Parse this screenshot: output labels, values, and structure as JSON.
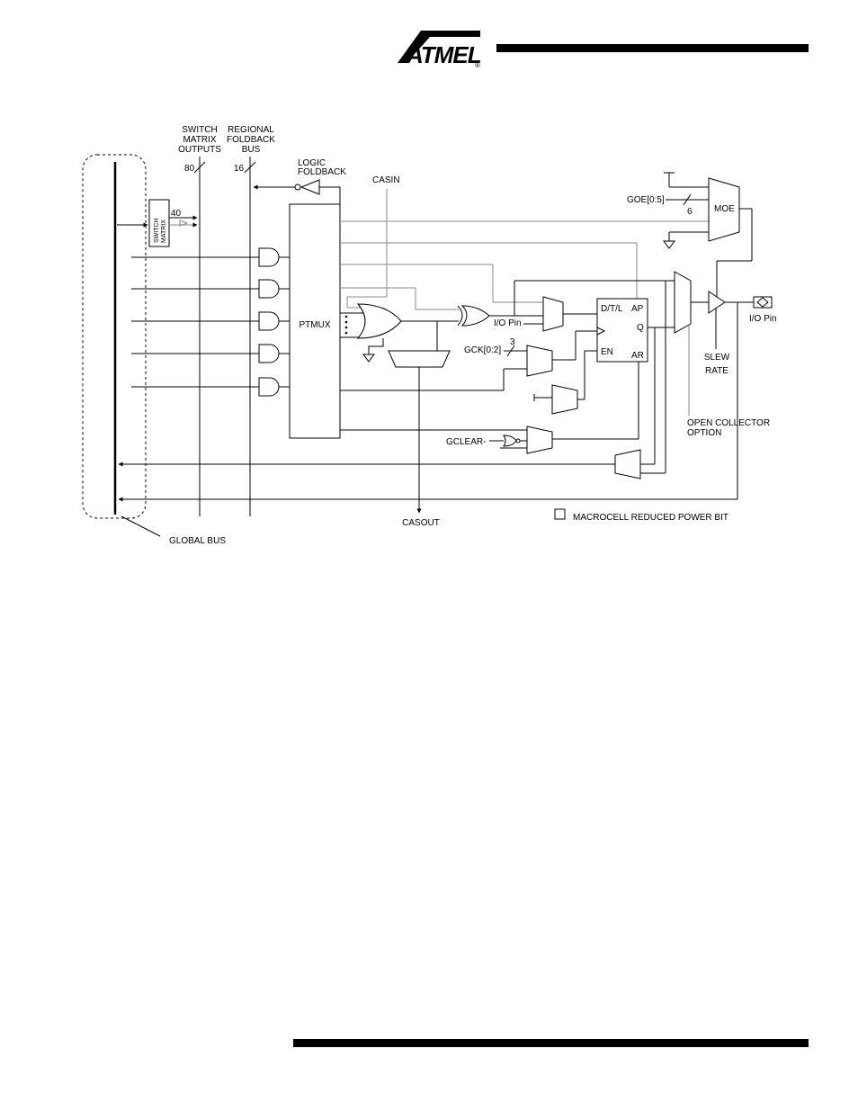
{
  "header": {
    "logo_text": "ATMEL",
    "logo_mark": "®"
  },
  "labels": {
    "switch_matrix_outputs": [
      "SWITCH",
      "MATRIX",
      "OUTPUTS"
    ],
    "regional_foldback_bus": [
      "REGIONAL",
      "FOLDBACK",
      "BUS"
    ],
    "bus_width_80": "80",
    "bus_width_16": "16",
    "logic_foldback": [
      "LOGIC",
      "FOLDBACK"
    ],
    "casin": "CASIN",
    "switch_matrix_block": [
      "SWITCH",
      "MATRIX"
    ],
    "width_40": "40",
    "goe": "GOE[0:5]",
    "goe_width": "6",
    "moe": "MOE",
    "ptmux": "PTMUX",
    "dtl": "D/T/L",
    "ap": "AP",
    "q": "Q",
    "en": "EN",
    "ar": "AR",
    "io_pin_internal": "I/O Pin",
    "gck": "GCK[0:2]",
    "gck_width": "3",
    "io_pin": "I/O Pin",
    "slew_rate": [
      "SLEW",
      "RATE"
    ],
    "open_collector": [
      "OPEN COLLECTOR",
      "OPTION"
    ],
    "gclear": "GCLEAR-",
    "casout": "CASOUT",
    "global_bus": "GLOBAL BUS",
    "legend_reduced_power": "MACROCELL REDUCED POWER BIT"
  }
}
